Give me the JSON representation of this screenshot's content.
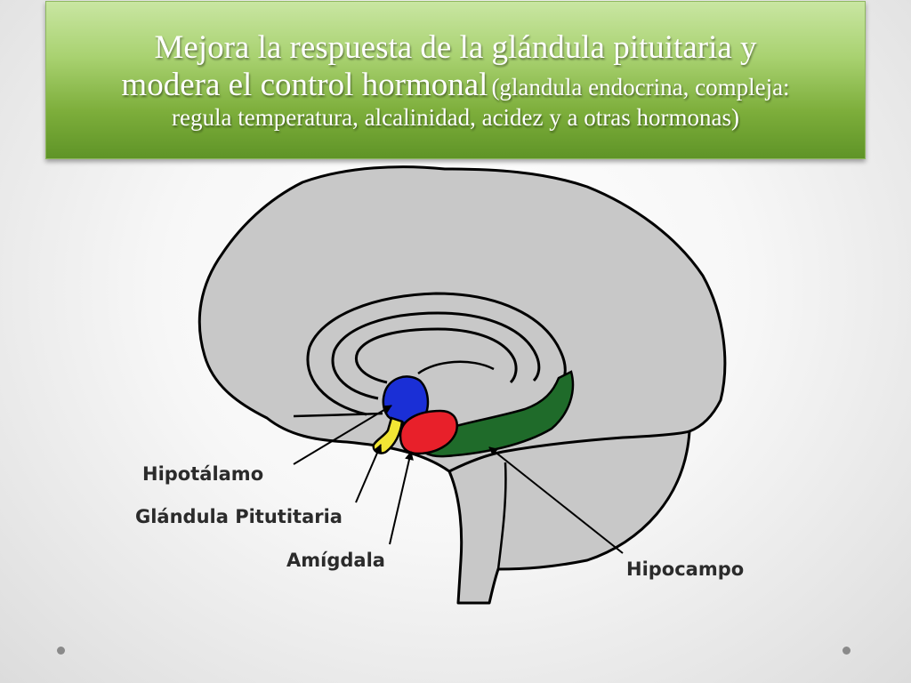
{
  "title": {
    "line1": "Mejora la respuesta de la glándula pituitaria y",
    "line2_main": "modera el control hormonal",
    "line2_detail": "(glandula endocrina, compleja:",
    "line3": "regula temperatura, alcalinidad, acidez y a otras hormonas)"
  },
  "labels": {
    "hipotalamo": "Hipotálamo",
    "pituitaria": "Glándula Pitutitaria",
    "amigdala": "Amígdala",
    "hipocampo": "Hipocampo"
  },
  "colors": {
    "brain_fill": "#c8c8c8",
    "hipotalamo": "#1a2fd6",
    "pituitaria": "#f2e634",
    "amigdala": "#e8202a",
    "hipocampo": "#1f6b2a",
    "title_band": "#7dae3b"
  }
}
